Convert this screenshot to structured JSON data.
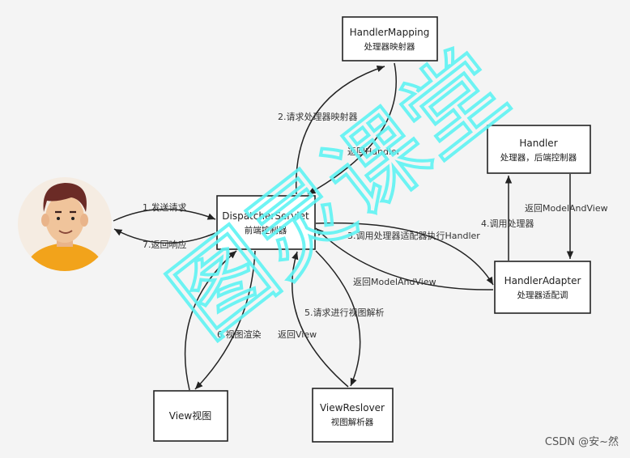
{
  "boxes": {
    "handler_mapping": {
      "title": "HandlerMapping",
      "subtitle": "处理器映射器"
    },
    "handler": {
      "title": "Handler",
      "subtitle": "处理器，后端控制器"
    },
    "dispatcher": {
      "title": "DispatcherServlet",
      "subtitle": "前端控制器"
    },
    "handler_adapter": {
      "title": "HandlerAdapter",
      "subtitle": "处理器适配调"
    },
    "view": {
      "title": "View视图"
    },
    "view_resolver": {
      "title": "ViewReslover",
      "subtitle": "视图解析器"
    }
  },
  "edges": {
    "send_request": "1.发送请求",
    "return_response": "7.返回响应",
    "request_mapping": "2.请求处理器映射器",
    "return_handler": "返回Handler",
    "call_adapter": "3.调用处理器适配器执行Handler",
    "return_mav": "返回ModelAndView",
    "call_handler": "4.调用处理器",
    "handler_return_mav": "返回ModelAndView",
    "resolve_view": "5.请求进行视图解析",
    "return_view": "返回View",
    "render_view": "6.视图渲染"
  },
  "watermark": "图灵课堂",
  "footer": "CSDN @安~然",
  "colors": {
    "watermark": "#5ff3f3",
    "stroke": "#222222",
    "background": "#f4f4f4",
    "shirt": "#f2a31b",
    "face_bg": "#f5ece2"
  }
}
